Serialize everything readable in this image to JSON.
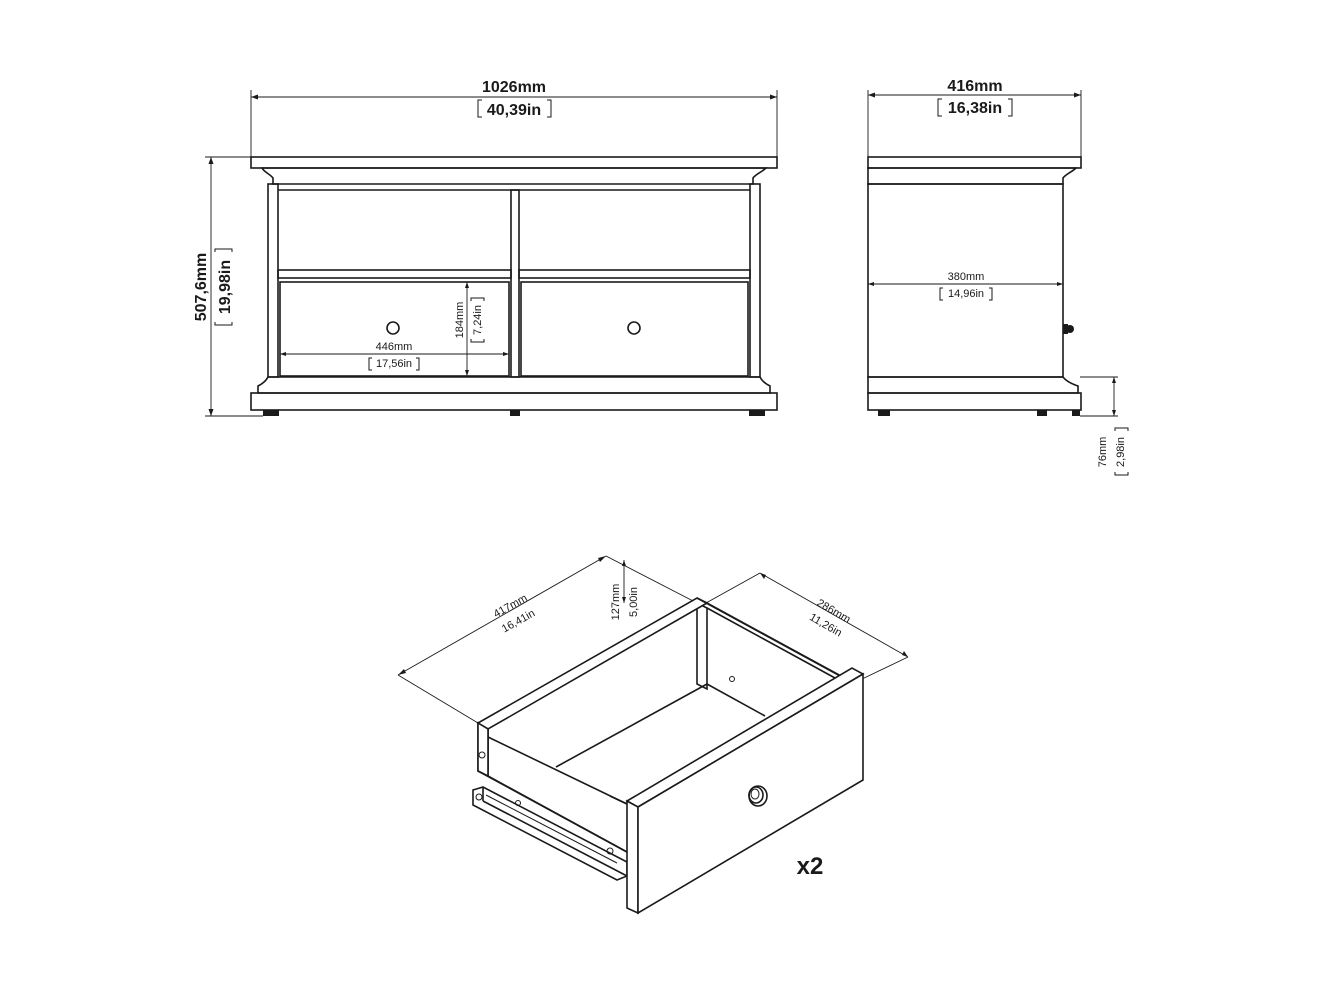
{
  "front_view": {
    "width_mm": "1026mm",
    "width_in": "40,39in",
    "height_mm": "507,6mm",
    "height_in": "19,98in",
    "drawer_width_mm": "446mm",
    "drawer_width_in": "17,56in",
    "drawer_height_mm": "184mm",
    "drawer_height_in": "7,24in"
  },
  "side_view": {
    "depth_mm": "416mm",
    "depth_in": "16,38in",
    "inner_depth_mm": "380mm",
    "inner_depth_in": "14,96in",
    "base_height_mm": "76mm",
    "base_height_in": "2,98in"
  },
  "drawer_view": {
    "length_mm": "417mm",
    "length_in": "16,41in",
    "height_mm": "127mm",
    "height_in": "5,00in",
    "width_mm": "286mm",
    "width_in": "11,26in",
    "quantity": "x2"
  }
}
